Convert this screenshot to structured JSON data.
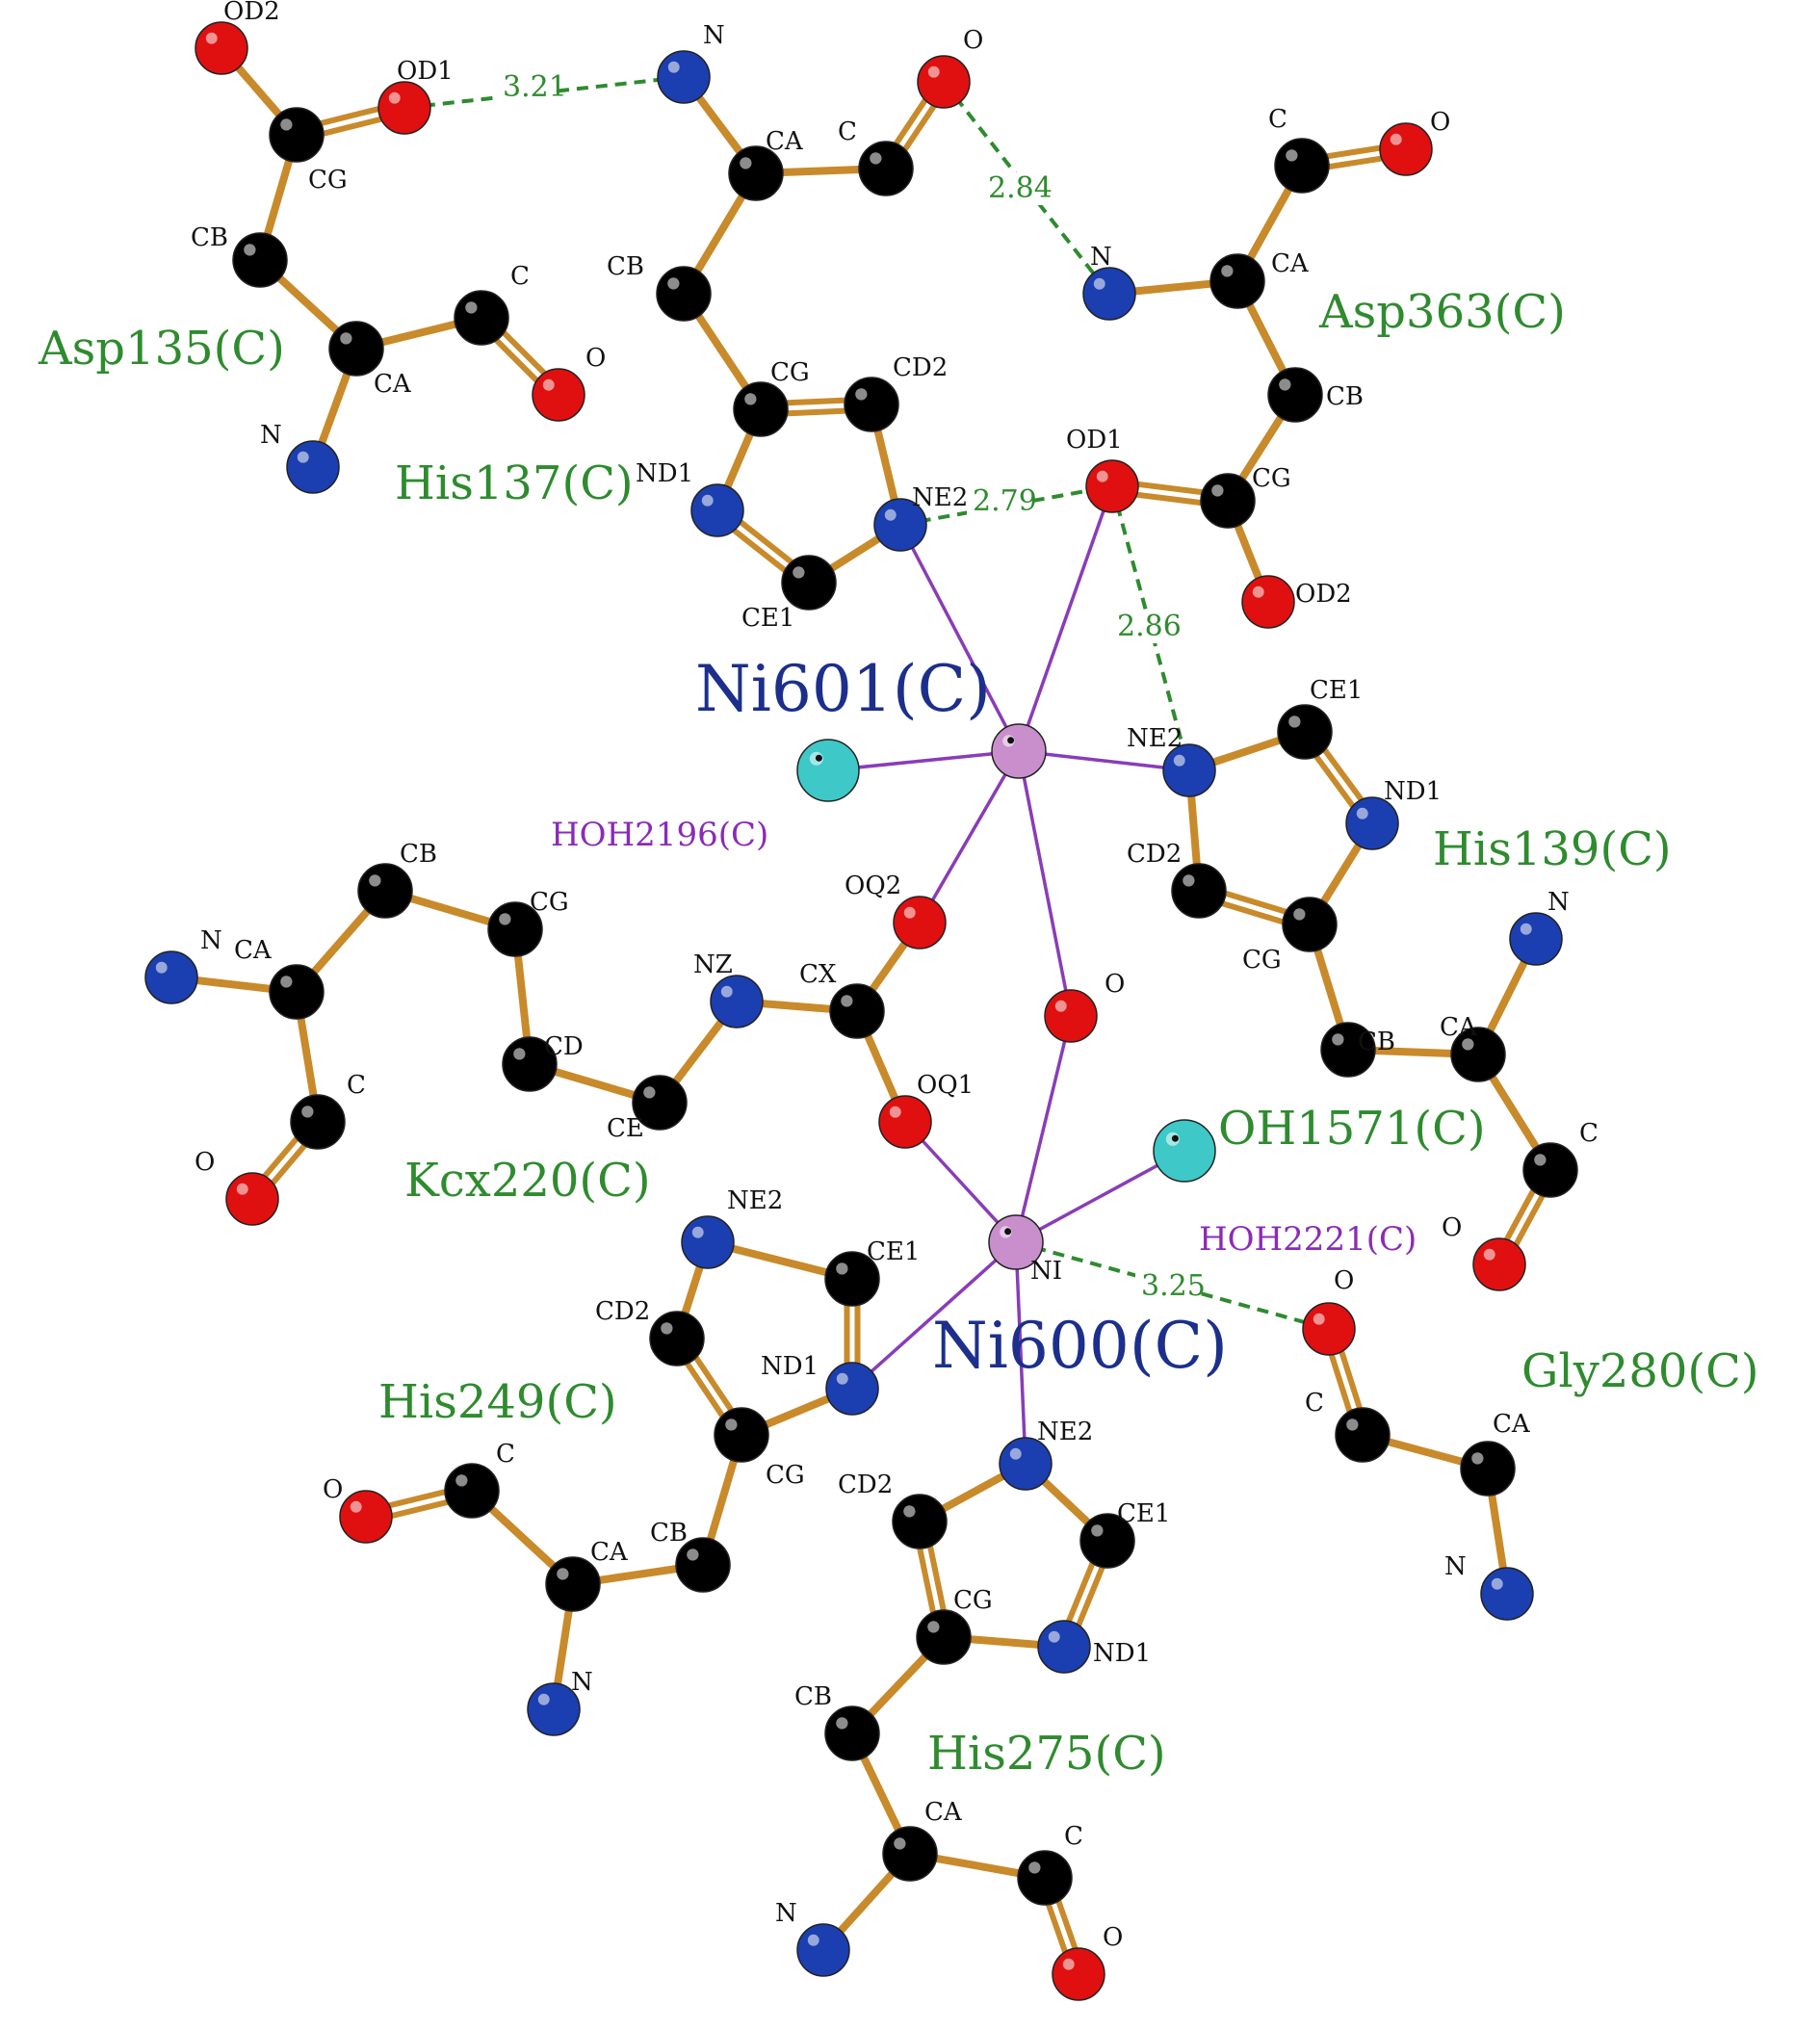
{
  "colors": {
    "C": "#000000",
    "N": "#1b3fb0",
    "O": "#e01010",
    "W": "#3ec8c8",
    "NI": "#c98fcc",
    "bond": "#c88a2a",
    "coord": "#8a3cb8",
    "hbond": "#2e8b2e",
    "residue_label": "#2e8b2e",
    "water_label": "#8a2bb8",
    "metal_label": "#1c2f8c"
  },
  "residues": [
    {
      "id": "asp135",
      "label": "Asp135(C)"
    },
    {
      "id": "his137",
      "label": "His137(C)"
    },
    {
      "id": "asp363",
      "label": "Asp363(C)"
    },
    {
      "id": "his139",
      "label": "His139(C)"
    },
    {
      "id": "kcx220",
      "label": "Kcx220(C)"
    },
    {
      "id": "his249",
      "label": "His249(C)"
    },
    {
      "id": "his275",
      "label": "His275(C)"
    },
    {
      "id": "gly280",
      "label": "Gly280(C)"
    }
  ],
  "metals": [
    {
      "id": "ni601",
      "label": "Ni601(C)"
    },
    {
      "id": "ni600",
      "label": "Ni600(C)"
    }
  ],
  "waters": [
    {
      "id": "hoh2196",
      "label": "HOH2196(C)"
    },
    {
      "id": "hoh1571",
      "label": "OH1571(C)"
    },
    {
      "id": "hoh2221",
      "label": "HOH2221(C)"
    }
  ],
  "atoms": [
    {
      "id": "a135_od2",
      "el": "O",
      "label": "OD2"
    },
    {
      "id": "a135_od1",
      "el": "O",
      "label": "OD1"
    },
    {
      "id": "a135_cg",
      "el": "C",
      "label": "CG"
    },
    {
      "id": "a135_cb",
      "el": "C",
      "label": "CB"
    },
    {
      "id": "a135_ca",
      "el": "C",
      "label": "CA"
    },
    {
      "id": "a135_c",
      "el": "C",
      "label": "C"
    },
    {
      "id": "a135_o",
      "el": "O",
      "label": "O"
    },
    {
      "id": "a135_n",
      "el": "N",
      "label": "N"
    },
    {
      "id": "h137_n",
      "el": "N",
      "label": "N"
    },
    {
      "id": "h137_ca",
      "el": "C",
      "label": "CA"
    },
    {
      "id": "h137_c",
      "el": "C",
      "label": "C"
    },
    {
      "id": "h137_o",
      "el": "O",
      "label": "O"
    },
    {
      "id": "h137_cb",
      "el": "C",
      "label": "CB"
    },
    {
      "id": "h137_cg",
      "el": "C",
      "label": "CG"
    },
    {
      "id": "h137_cd2",
      "el": "C",
      "label": "CD2"
    },
    {
      "id": "h137_nd1",
      "el": "N",
      "label": "ND1"
    },
    {
      "id": "h137_ne2",
      "el": "N",
      "label": "NE2"
    },
    {
      "id": "h137_ce1",
      "el": "C",
      "label": "CE1"
    },
    {
      "id": "d363_c",
      "el": "C",
      "label": "C"
    },
    {
      "id": "d363_o",
      "el": "O",
      "label": "O"
    },
    {
      "id": "d363_n",
      "el": "N",
      "label": "N"
    },
    {
      "id": "d363_ca",
      "el": "C",
      "label": "CA"
    },
    {
      "id": "d363_cb",
      "el": "C",
      "label": "CB"
    },
    {
      "id": "d363_cg",
      "el": "C",
      "label": "CG"
    },
    {
      "id": "d363_od1",
      "el": "O",
      "label": "OD1"
    },
    {
      "id": "d363_od2",
      "el": "O",
      "label": "OD2"
    },
    {
      "id": "h139_ne2",
      "el": "N",
      "label": "NE2"
    },
    {
      "id": "h139_ce1",
      "el": "C",
      "label": "CE1"
    },
    {
      "id": "h139_nd1",
      "el": "N",
      "label": "ND1"
    },
    {
      "id": "h139_cd2",
      "el": "C",
      "label": "CD2"
    },
    {
      "id": "h139_cg",
      "el": "C",
      "label": "CG"
    },
    {
      "id": "h139_cb",
      "el": "C",
      "label": "CB"
    },
    {
      "id": "h139_ca",
      "el": "C",
      "label": "CA"
    },
    {
      "id": "h139_n",
      "el": "N",
      "label": "N"
    },
    {
      "id": "h139_c",
      "el": "C",
      "label": "C"
    },
    {
      "id": "h139_o",
      "el": "O",
      "label": "O"
    },
    {
      "id": "k220_n",
      "el": "N",
      "label": "N"
    },
    {
      "id": "k220_ca",
      "el": "C",
      "label": "CA"
    },
    {
      "id": "k220_cb",
      "el": "C",
      "label": "CB"
    },
    {
      "id": "k220_cg",
      "el": "C",
      "label": "CG"
    },
    {
      "id": "k220_cd",
      "el": "C",
      "label": "CD"
    },
    {
      "id": "k220_ce",
      "el": "C",
      "label": "CE"
    },
    {
      "id": "k220_nz",
      "el": "N",
      "label": "NZ"
    },
    {
      "id": "k220_cx",
      "el": "C",
      "label": "CX"
    },
    {
      "id": "k220_oq2",
      "el": "O",
      "label": "OQ2"
    },
    {
      "id": "k220_oq1",
      "el": "O",
      "label": "OQ1"
    },
    {
      "id": "k220_c",
      "el": "C",
      "label": "C"
    },
    {
      "id": "k220_o",
      "el": "O",
      "label": "O"
    },
    {
      "id": "ni601",
      "el": "NI",
      "label": ""
    },
    {
      "id": "ni600",
      "el": "NI",
      "label": "NI"
    },
    {
      "id": "w2196",
      "el": "W",
      "label": ""
    },
    {
      "id": "w1571",
      "el": "W",
      "label": ""
    },
    {
      "id": "w2221_o",
      "el": "O",
      "label": "O"
    },
    {
      "id": "h249_ne2",
      "el": "N",
      "label": "NE2"
    },
    {
      "id": "h249_ce1",
      "el": "C",
      "label": "CE1"
    },
    {
      "id": "h249_cd2",
      "el": "C",
      "label": "CD2"
    },
    {
      "id": "h249_nd1",
      "el": "N",
      "label": "ND1"
    },
    {
      "id": "h249_cg",
      "el": "C",
      "label": "CG"
    },
    {
      "id": "h249_cb",
      "el": "C",
      "label": "CB"
    },
    {
      "id": "h249_ca",
      "el": "C",
      "label": "CA"
    },
    {
      "id": "h249_c",
      "el": "C",
      "label": "C"
    },
    {
      "id": "h249_o",
      "el": "O",
      "label": "O"
    },
    {
      "id": "h249_n",
      "el": "N",
      "label": "N"
    },
    {
      "id": "h275_ne2",
      "el": "N",
      "label": "NE2"
    },
    {
      "id": "h275_cd2",
      "el": "C",
      "label": "CD2"
    },
    {
      "id": "h275_ce1",
      "el": "C",
      "label": "CE1"
    },
    {
      "id": "h275_cg",
      "el": "C",
      "label": "CG"
    },
    {
      "id": "h275_nd1",
      "el": "N",
      "label": "ND1"
    },
    {
      "id": "h275_cb",
      "el": "C",
      "label": "CB"
    },
    {
      "id": "h275_ca",
      "el": "C",
      "label": "CA"
    },
    {
      "id": "h275_n",
      "el": "N",
      "label": "N"
    },
    {
      "id": "h275_c",
      "el": "C",
      "label": "C"
    },
    {
      "id": "h275_o",
      "el": "O",
      "label": "O"
    },
    {
      "id": "g280_c",
      "el": "C",
      "label": "C"
    },
    {
      "id": "g280_ca",
      "el": "C",
      "label": "CA"
    },
    {
      "id": "g280_n",
      "el": "N",
      "label": "N"
    }
  ],
  "bonds": [
    {
      "a": "a135_od2",
      "b": "a135_cg",
      "order": 1
    },
    {
      "a": "a135_od1",
      "b": "a135_cg",
      "order": 2
    },
    {
      "a": "a135_cg",
      "b": "a135_cb",
      "order": 1
    },
    {
      "a": "a135_cb",
      "b": "a135_ca",
      "order": 1
    },
    {
      "a": "a135_ca",
      "b": "a135_c",
      "order": 1
    },
    {
      "a": "a135_c",
      "b": "a135_o",
      "order": 2
    },
    {
      "a": "a135_ca",
      "b": "a135_n",
      "order": 1
    },
    {
      "a": "h137_n",
      "b": "h137_ca",
      "order": 1
    },
    {
      "a": "h137_ca",
      "b": "h137_c",
      "order": 1
    },
    {
      "a": "h137_c",
      "b": "h137_o",
      "order": 2
    },
    {
      "a": "h137_ca",
      "b": "h137_cb",
      "order": 1
    },
    {
      "a": "h137_cb",
      "b": "h137_cg",
      "order": 1
    },
    {
      "a": "h137_cg",
      "b": "h137_cd2",
      "order": 2
    },
    {
      "a": "h137_cd2",
      "b": "h137_ne2",
      "order": 1
    },
    {
      "a": "h137_ne2",
      "b": "h137_ce1",
      "order": 1
    },
    {
      "a": "h137_ce1",
      "b": "h137_nd1",
      "order": 2
    },
    {
      "a": "h137_nd1",
      "b": "h137_cg",
      "order": 1
    },
    {
      "a": "d363_c",
      "b": "d363_o",
      "order": 2
    },
    {
      "a": "d363_c",
      "b": "d363_ca",
      "order": 1
    },
    {
      "a": "d363_n",
      "b": "d363_ca",
      "order": 1
    },
    {
      "a": "d363_ca",
      "b": "d363_cb",
      "order": 1
    },
    {
      "a": "d363_cb",
      "b": "d363_cg",
      "order": 1
    },
    {
      "a": "d363_cg",
      "b": "d363_od1",
      "order": 2
    },
    {
      "a": "d363_cg",
      "b": "d363_od2",
      "order": 1
    },
    {
      "a": "h139_ne2",
      "b": "h139_ce1",
      "order": 1
    },
    {
      "a": "h139_ce1",
      "b": "h139_nd1",
      "order": 2
    },
    {
      "a": "h139_nd1",
      "b": "h139_cg",
      "order": 1
    },
    {
      "a": "h139_cg",
      "b": "h139_cd2",
      "order": 2
    },
    {
      "a": "h139_cd2",
      "b": "h139_ne2",
      "order": 1
    },
    {
      "a": "h139_cg",
      "b": "h139_cb",
      "order": 1
    },
    {
      "a": "h139_cb",
      "b": "h139_ca",
      "order": 1
    },
    {
      "a": "h139_ca",
      "b": "h139_n",
      "order": 1
    },
    {
      "a": "h139_ca",
      "b": "h139_c",
      "order": 1
    },
    {
      "a": "h139_c",
      "b": "h139_o",
      "order": 2
    },
    {
      "a": "k220_n",
      "b": "k220_ca",
      "order": 1
    },
    {
      "a": "k220_ca",
      "b": "k220_cb",
      "order": 1
    },
    {
      "a": "k220_cb",
      "b": "k220_cg",
      "order": 1
    },
    {
      "a": "k220_cg",
      "b": "k220_cd",
      "order": 1
    },
    {
      "a": "k220_cd",
      "b": "k220_ce",
      "order": 1
    },
    {
      "a": "k220_ce",
      "b": "k220_nz",
      "order": 1
    },
    {
      "a": "k220_nz",
      "b": "k220_cx",
      "order": 1
    },
    {
      "a": "k220_cx",
      "b": "k220_oq2",
      "order": 1
    },
    {
      "a": "k220_cx",
      "b": "k220_oq1",
      "order": 1
    },
    {
      "a": "k220_ca",
      "b": "k220_c",
      "order": 1
    },
    {
      "a": "k220_c",
      "b": "k220_o",
      "order": 2
    },
    {
      "a": "h249_ne2",
      "b": "h249_ce1",
      "order": 1
    },
    {
      "a": "h249_ce1",
      "b": "h249_nd1",
      "order": 2
    },
    {
      "a": "h249_ne2",
      "b": "h249_cd2",
      "order": 1
    },
    {
      "a": "h249_cd2",
      "b": "h249_cg",
      "order": 2
    },
    {
      "a": "h249_cg",
      "b": "h249_nd1",
      "order": 1
    },
    {
      "a": "h249_cg",
      "b": "h249_cb",
      "order": 1
    },
    {
      "a": "h249_cb",
      "b": "h249_ca",
      "order": 1
    },
    {
      "a": "h249_ca",
      "b": "h249_c",
      "order": 1
    },
    {
      "a": "h249_c",
      "b": "h249_o",
      "order": 2
    },
    {
      "a": "h249_ca",
      "b": "h249_n",
      "order": 1
    },
    {
      "a": "h275_ne2",
      "b": "h275_cd2",
      "order": 1
    },
    {
      "a": "h275_ne2",
      "b": "h275_ce1",
      "order": 1
    },
    {
      "a": "h275_ce1",
      "b": "h275_nd1",
      "order": 2
    },
    {
      "a": "h275_nd1",
      "b": "h275_cg",
      "order": 1
    },
    {
      "a": "h275_cg",
      "b": "h275_cd2",
      "order": 2
    },
    {
      "a": "h275_cg",
      "b": "h275_cb",
      "order": 1
    },
    {
      "a": "h275_cb",
      "b": "h275_ca",
      "order": 1
    },
    {
      "a": "h275_ca",
      "b": "h275_n",
      "order": 1
    },
    {
      "a": "h275_ca",
      "b": "h275_c",
      "order": 1
    },
    {
      "a": "h275_c",
      "b": "h275_o",
      "order": 2
    },
    {
      "a": "w2221_o",
      "b": "g280_c",
      "order": 2
    },
    {
      "a": "g280_c",
      "b": "g280_ca",
      "order": 1
    },
    {
      "a": "g280_ca",
      "b": "g280_n",
      "order": 1
    }
  ],
  "coordination": [
    {
      "a": "ni601",
      "b": "h137_ne2"
    },
    {
      "a": "ni601",
      "b": "d363_od1"
    },
    {
      "a": "ni601",
      "b": "h139_ne2"
    },
    {
      "a": "ni601",
      "b": "w2196"
    },
    {
      "a": "ni601",
      "b": "k220_oq2"
    },
    {
      "a": "ni601",
      "b": "bridge_o"
    },
    {
      "a": "ni600",
      "b": "bridge_o"
    },
    {
      "a": "ni600",
      "b": "k220_oq1"
    },
    {
      "a": "ni600",
      "b": "w1571"
    },
    {
      "a": "ni600",
      "b": "h249_nd1"
    },
    {
      "a": "ni600",
      "b": "h275_ne2"
    }
  ],
  "bridge_atom": {
    "id": "bridge_o",
    "el": "O",
    "label": "O"
  },
  "hbonds": [
    {
      "a": "a135_od1",
      "b": "h137_n",
      "label": "3.21"
    },
    {
      "a": "h137_o",
      "b": "d363_n",
      "label": "2.84"
    },
    {
      "a": "h137_ne2",
      "b": "d363_od1",
      "label": "2.79"
    },
    {
      "a": "d363_od1",
      "b": "h139_ne2",
      "label": "2.86"
    },
    {
      "a": "ni600",
      "b": "w2221_o",
      "label": "3.25"
    }
  ]
}
